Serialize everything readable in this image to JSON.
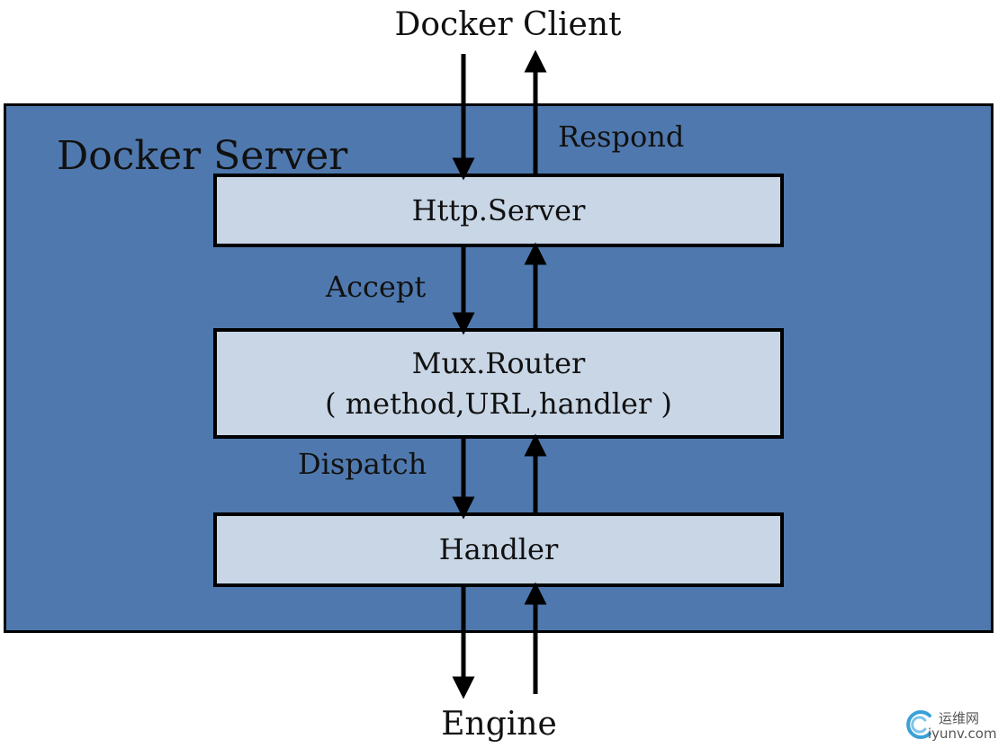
{
  "top_label": "Docker Client",
  "bottom_label": "Engine",
  "container": {
    "title": "Docker Server",
    "fill_color": "#4f79ae"
  },
  "boxes": {
    "http": {
      "line1": "Http.Server"
    },
    "mux": {
      "line1": "Mux.Router",
      "line2": "( method,URL,handler )"
    },
    "handler": {
      "line1": "Handler"
    }
  },
  "edges": {
    "respond": "Respond",
    "accept": "Accept",
    "dispatch": "Dispatch"
  },
  "watermark": {
    "text_cn": "运维网",
    "text_en": "iyunv.com"
  },
  "colors": {
    "box_fill": "#c8d6e6",
    "stroke": "#000000"
  }
}
